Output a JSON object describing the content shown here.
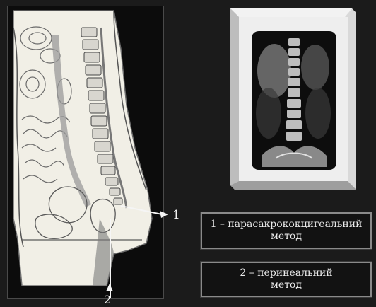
{
  "legend": {
    "method_1_line1": "1 – парасакрококцигеальний",
    "method_1_line2": "метод",
    "method_2_line1": "2 – перинеальний",
    "method_2_line2": "метод"
  },
  "pointers": {
    "label_1": "1",
    "label_2": "2"
  },
  "colors": {
    "background": "#1b1b1b",
    "illustration_bg": "#f1efe6",
    "spine_shade": "#8f8f8f",
    "legend_border": "#8a8a8a"
  },
  "icons": {
    "needle_1": "needle-arrow",
    "needle_2": "needle-arrow"
  }
}
